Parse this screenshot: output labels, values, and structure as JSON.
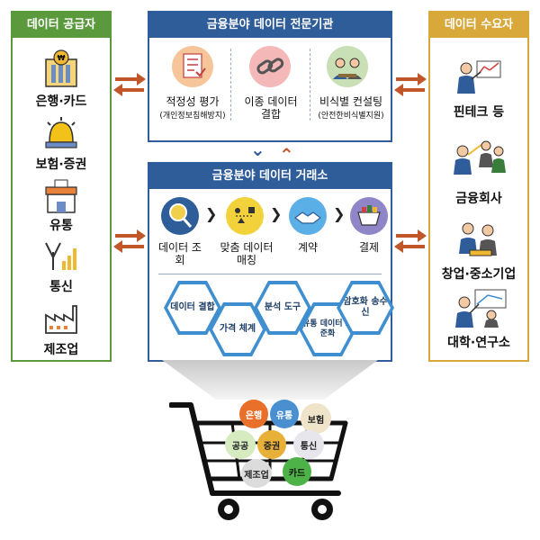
{
  "supplier": {
    "title": "데이터 공급자",
    "items": [
      "은행·카드",
      "보험·증권",
      "유통",
      "통신",
      "제조업"
    ]
  },
  "agency": {
    "title": "금융분야 데이터 전문기관",
    "items": [
      {
        "label": "적정성 평가",
        "sub": "(개인정보침해방지)"
      },
      {
        "label": "이종 데이터 결합",
        "sub": ""
      },
      {
        "label": "비식별 컨설팅",
        "sub": "(안전한비식별지원)"
      }
    ]
  },
  "exchange": {
    "title": "금융분야 데이터 거래소",
    "steps": [
      "데이터 조회",
      "맞춤 데이터 매칭",
      "계약",
      "결제"
    ],
    "hexes": [
      "데이터 결합",
      "가격 체계",
      "분석 도구",
      "유통 데이터 표준화",
      "암호화 송수신"
    ]
  },
  "consumer": {
    "title": "데이터 수요자",
    "items": [
      "핀테크 등",
      "금융회사",
      "창업·중소기업",
      "대학·연구소"
    ]
  },
  "cart": {
    "balls": [
      "은행",
      "유통",
      "보험",
      "공공",
      "증권",
      "통신",
      "제조업",
      "카드"
    ]
  },
  "colors": {
    "supplier": "#5b9a3c",
    "agency": "#2f5d9a",
    "consumer": "#d8a83a",
    "arrow": "#c0562a"
  }
}
